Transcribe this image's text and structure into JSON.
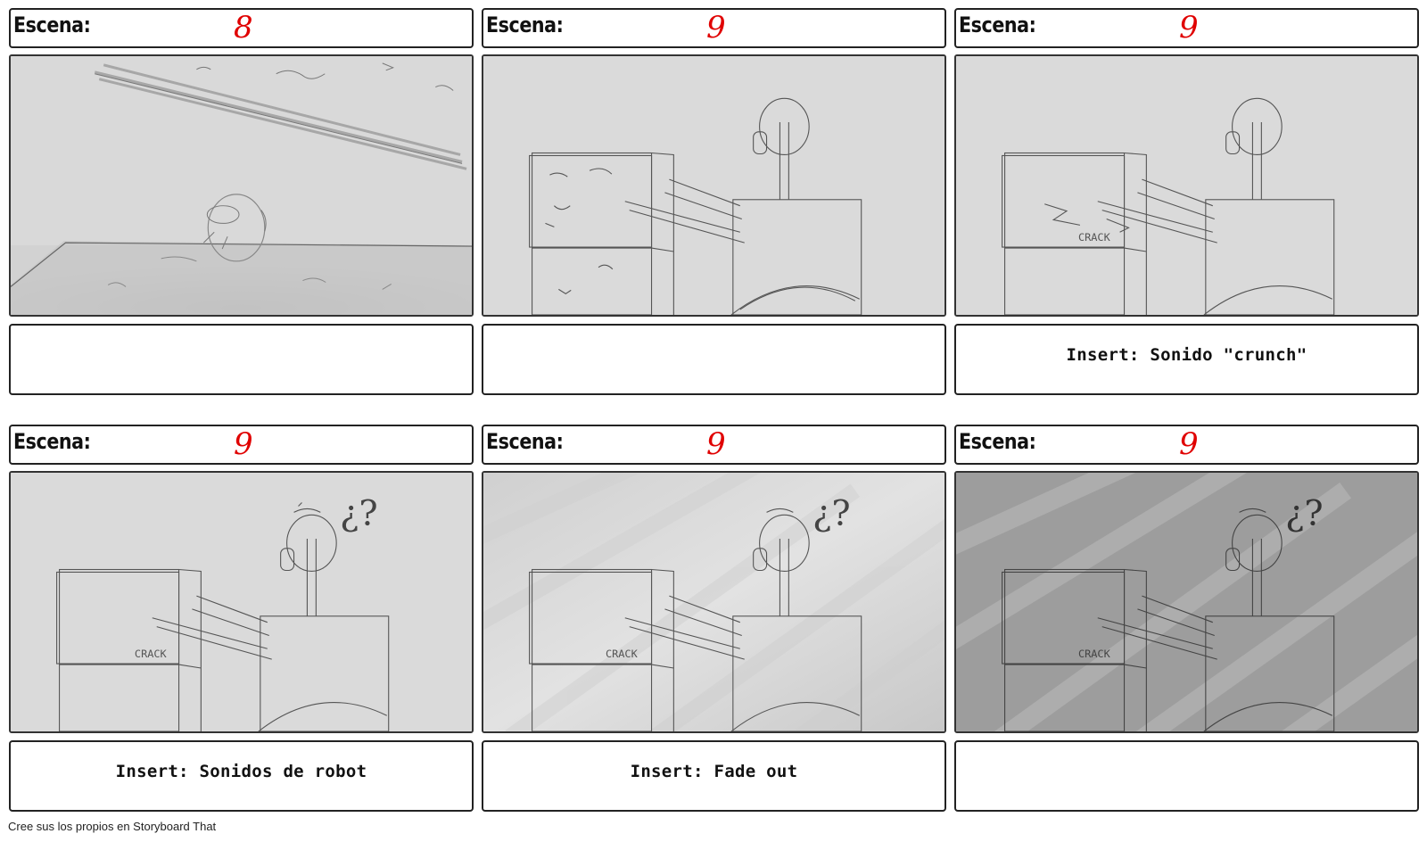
{
  "panels": [
    {
      "label": "Escena:",
      "number": "8",
      "caption": ""
    },
    {
      "label": "Escena:",
      "number": "9",
      "caption": ""
    },
    {
      "label": "Escena:",
      "number": "9",
      "caption": "Insert: Sonido \"crunch\""
    },
    {
      "label": "Escena:",
      "number": "9",
      "caption": "Insert: Sonidos de robot"
    },
    {
      "label": "Escena:",
      "number": "9",
      "caption": "Insert: Fade out"
    },
    {
      "label": "Escena:",
      "number": "9",
      "caption": ""
    }
  ],
  "sketch_text": {
    "crack": "CRACK",
    "question": "¿?"
  },
  "footer": {
    "text": "Cree sus los propios en Storyboard That"
  },
  "colors": {
    "scene_number": "#e00000",
    "frame_background": "#d8d8d8"
  }
}
